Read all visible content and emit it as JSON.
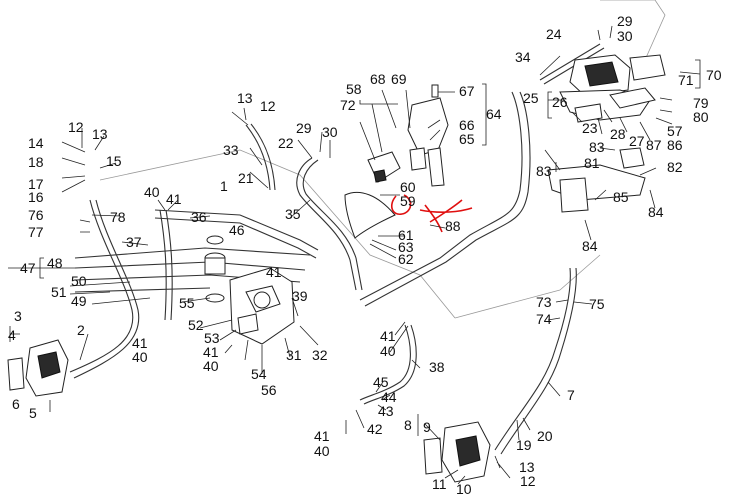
{
  "diagram": {
    "type": "exploded parts diagram",
    "annotation_color": "#e01010",
    "callouts": [
      {
        "id": "c1",
        "label": "1"
      },
      {
        "id": "c2",
        "label": "2"
      },
      {
        "id": "c3",
        "label": "3"
      },
      {
        "id": "c4",
        "label": "4"
      },
      {
        "id": "c5",
        "label": "5"
      },
      {
        "id": "c6",
        "label": "6"
      },
      {
        "id": "c7",
        "label": "7"
      },
      {
        "id": "c8",
        "label": "8"
      },
      {
        "id": "c9",
        "label": "9"
      },
      {
        "id": "c10",
        "label": "10"
      },
      {
        "id": "c11",
        "label": "11"
      },
      {
        "id": "c12a",
        "label": "12"
      },
      {
        "id": "c12b",
        "label": "12"
      },
      {
        "id": "c12c",
        "label": "12"
      },
      {
        "id": "c13a",
        "label": "13"
      },
      {
        "id": "c13b",
        "label": "13"
      },
      {
        "id": "c13c",
        "label": "13"
      },
      {
        "id": "c14",
        "label": "14"
      },
      {
        "id": "c15",
        "label": "15"
      },
      {
        "id": "c16",
        "label": "16"
      },
      {
        "id": "c17",
        "label": "17"
      },
      {
        "id": "c18",
        "label": "18"
      },
      {
        "id": "c19",
        "label": "19"
      },
      {
        "id": "c20",
        "label": "20"
      },
      {
        "id": "c21",
        "label": "21"
      },
      {
        "id": "c22",
        "label": "22"
      },
      {
        "id": "c23",
        "label": "23"
      },
      {
        "id": "c24",
        "label": "24"
      },
      {
        "id": "c25",
        "label": "25"
      },
      {
        "id": "c26",
        "label": "26"
      },
      {
        "id": "c27",
        "label": "27"
      },
      {
        "id": "c28",
        "label": "28"
      },
      {
        "id": "c29a",
        "label": "29"
      },
      {
        "id": "c29b",
        "label": "29"
      },
      {
        "id": "c30a",
        "label": "30"
      },
      {
        "id": "c30b",
        "label": "30"
      },
      {
        "id": "c31",
        "label": "31"
      },
      {
        "id": "c32",
        "label": "32"
      },
      {
        "id": "c33",
        "label": "33"
      },
      {
        "id": "c34",
        "label": "34"
      },
      {
        "id": "c35",
        "label": "35"
      },
      {
        "id": "c36",
        "label": "36"
      },
      {
        "id": "c37",
        "label": "37"
      },
      {
        "id": "c38",
        "label": "38"
      },
      {
        "id": "c39",
        "label": "39"
      },
      {
        "id": "c40a",
        "label": "40"
      },
      {
        "id": "c40b",
        "label": "40"
      },
      {
        "id": "c40c",
        "label": "40"
      },
      {
        "id": "c40d",
        "label": "40"
      },
      {
        "id": "c40e",
        "label": "40"
      },
      {
        "id": "c41a",
        "label": "41"
      },
      {
        "id": "c41b",
        "label": "41"
      },
      {
        "id": "c41c",
        "label": "41"
      },
      {
        "id": "c41d",
        "label": "41"
      },
      {
        "id": "c41e",
        "label": "41"
      },
      {
        "id": "c41f",
        "label": "41"
      },
      {
        "id": "c42",
        "label": "42"
      },
      {
        "id": "c43",
        "label": "43"
      },
      {
        "id": "c44",
        "label": "44"
      },
      {
        "id": "c45",
        "label": "45"
      },
      {
        "id": "c46",
        "label": "46"
      },
      {
        "id": "c47",
        "label": "47"
      },
      {
        "id": "c48",
        "label": "48"
      },
      {
        "id": "c49",
        "label": "49"
      },
      {
        "id": "c50",
        "label": "50"
      },
      {
        "id": "c51",
        "label": "51"
      },
      {
        "id": "c52",
        "label": "52"
      },
      {
        "id": "c53",
        "label": "53"
      },
      {
        "id": "c54",
        "label": "54"
      },
      {
        "id": "c55",
        "label": "55"
      },
      {
        "id": "c56",
        "label": "56"
      },
      {
        "id": "c57",
        "label": "57"
      },
      {
        "id": "c58",
        "label": "58"
      },
      {
        "id": "c59",
        "label": "59"
      },
      {
        "id": "c60",
        "label": "60"
      },
      {
        "id": "c61",
        "label": "61"
      },
      {
        "id": "c62",
        "label": "62"
      },
      {
        "id": "c63",
        "label": "63"
      },
      {
        "id": "c64",
        "label": "64"
      },
      {
        "id": "c65",
        "label": "65"
      },
      {
        "id": "c66",
        "label": "66"
      },
      {
        "id": "c67",
        "label": "67"
      },
      {
        "id": "c68",
        "label": "68"
      },
      {
        "id": "c69",
        "label": "69"
      },
      {
        "id": "c70",
        "label": "70"
      },
      {
        "id": "c71",
        "label": "71"
      },
      {
        "id": "c72",
        "label": "72"
      },
      {
        "id": "c73",
        "label": "73"
      },
      {
        "id": "c74",
        "label": "74"
      },
      {
        "id": "c75",
        "label": "75"
      },
      {
        "id": "c76",
        "label": "76"
      },
      {
        "id": "c77",
        "label": "77"
      },
      {
        "id": "c78",
        "label": "78"
      },
      {
        "id": "c79",
        "label": "79"
      },
      {
        "id": "c80",
        "label": "80"
      },
      {
        "id": "c81",
        "label": "81"
      },
      {
        "id": "c82",
        "label": "82"
      },
      {
        "id": "c83a",
        "label": "83"
      },
      {
        "id": "c83b",
        "label": "83"
      },
      {
        "id": "c84a",
        "label": "84"
      },
      {
        "id": "c84b",
        "label": "84"
      },
      {
        "id": "c85",
        "label": "85"
      },
      {
        "id": "c86",
        "label": "86"
      },
      {
        "id": "c87",
        "label": "87"
      },
      {
        "id": "c88",
        "label": "88"
      }
    ]
  }
}
